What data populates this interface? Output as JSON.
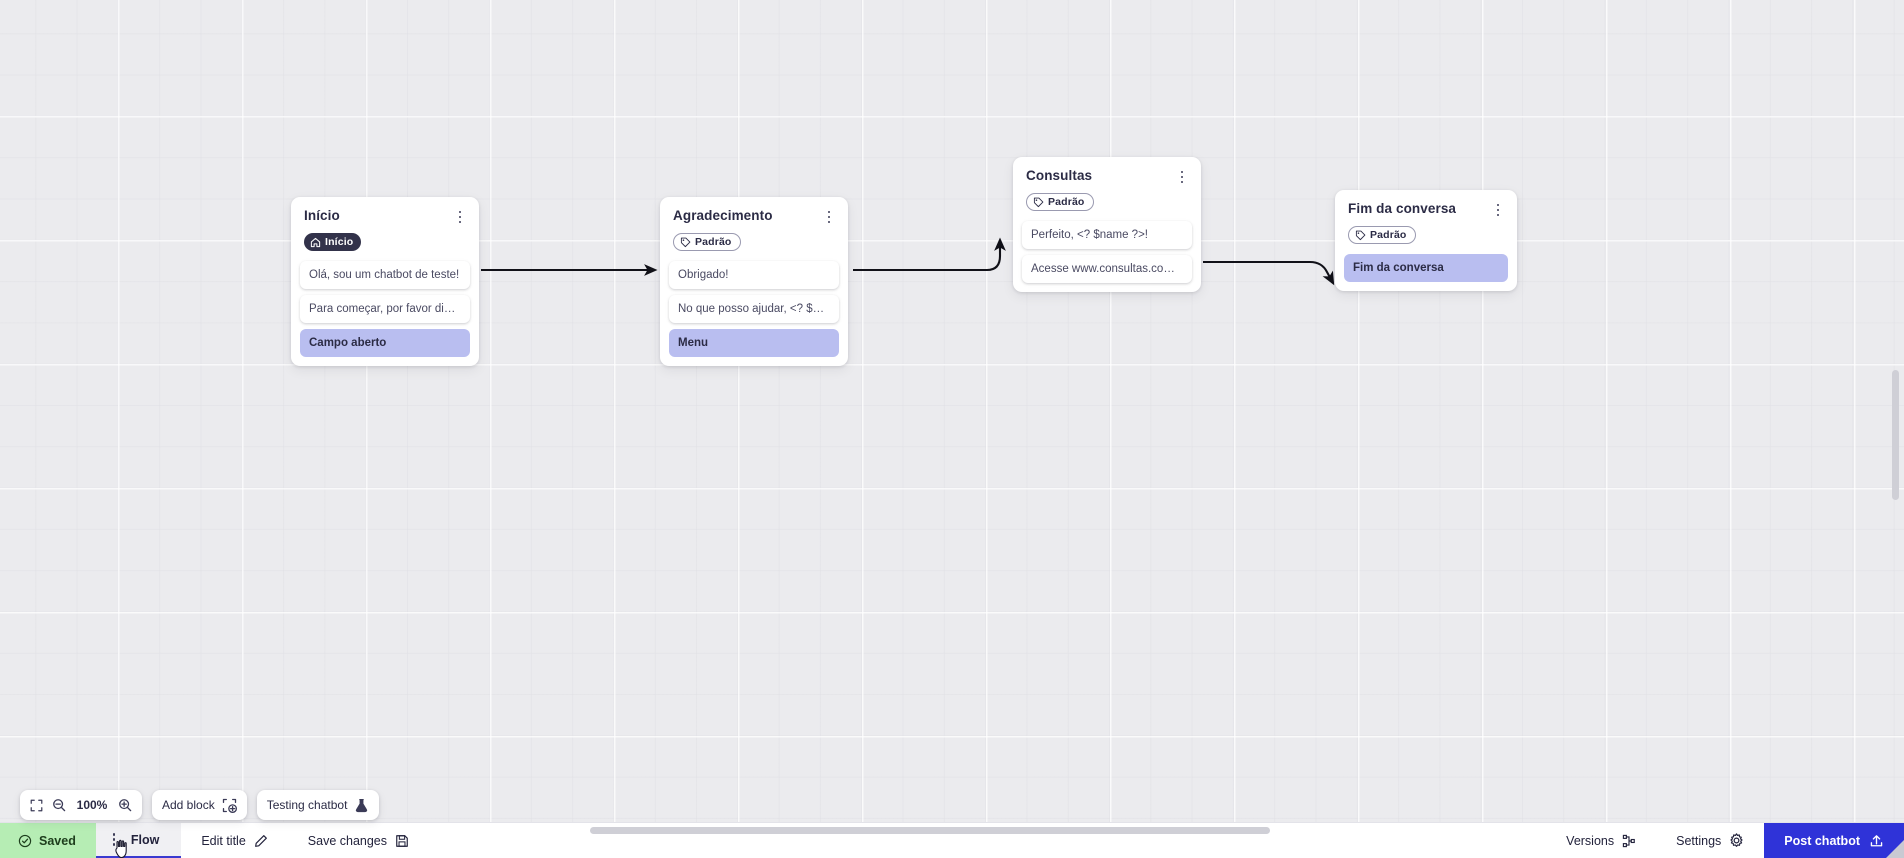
{
  "canvas": {
    "zoom_level": "100%",
    "grid": "dotted-grid",
    "background_color": "#ebebee"
  },
  "nodes": [
    {
      "id": "inicio",
      "title": "Início",
      "tag": {
        "label": "Início",
        "kind": "start",
        "icon": "home-icon"
      },
      "messages": [
        {
          "text": "Olá, sou um chatbot de teste!",
          "kind": "message"
        },
        {
          "text": "Para começar, por favor digite o ...",
          "kind": "message"
        },
        {
          "text": "Campo aberto",
          "kind": "action"
        }
      ]
    },
    {
      "id": "agradecimento",
      "title": "Agradecimento",
      "tag": {
        "label": "Padrão",
        "kind": "default",
        "icon": "tag-icon"
      },
      "messages": [
        {
          "text": "Obrigado!",
          "kind": "message"
        },
        {
          "text": "No que posso ajudar, <? $name ...",
          "kind": "message"
        },
        {
          "text": "Menu",
          "kind": "action"
        }
      ]
    },
    {
      "id": "consultas",
      "title": "Consultas",
      "tag": {
        "label": "Padrão",
        "kind": "default",
        "icon": "tag-icon"
      },
      "messages": [
        {
          "text": "Perfeito, <? $name ?>!",
          "kind": "message"
        },
        {
          "text": "Acesse www.consultas.com par...",
          "kind": "message"
        }
      ]
    },
    {
      "id": "fim-da-conversa",
      "title": "Fim da conversa",
      "tag": {
        "label": "Padrão",
        "kind": "default",
        "icon": "tag-icon"
      },
      "messages": [
        {
          "text": "Fim da conversa",
          "kind": "action"
        }
      ]
    }
  ],
  "toolbar": {
    "fit_screen_icon": "fit-screen-icon",
    "zoom_out_icon": "zoom-out-icon",
    "zoom_level": "100%",
    "zoom_in_icon": "zoom-in-icon",
    "add_block_label": "Add block",
    "add_block_icon": "add-block-icon",
    "testing_chatbot_label": "Testing chatbot",
    "testing_chatbot_icon": "flask-icon"
  },
  "statusbar": {
    "saved_label": "Saved",
    "saved_icon": "check-circle-icon",
    "saved_bg_color": "#b6edb4",
    "flow_label": "Flow",
    "flow_menu_icon": "kebab-icon",
    "edit_title_label": "Edit title",
    "edit_title_icon": "pencil-icon",
    "save_changes_label": "Save changes",
    "save_changes_icon": "save-icon",
    "versions_label": "Versions",
    "versions_icon": "branch-icon",
    "settings_label": "Settings",
    "settings_icon": "gear-icon",
    "post_label": "Post chatbot",
    "post_icon": "upload-icon",
    "post_color": "#2f33d8"
  },
  "colors": {
    "accent": "#2f33d8",
    "action_chip": "#b9bef0",
    "tag_start": "#32324a",
    "edge": "#111118"
  }
}
